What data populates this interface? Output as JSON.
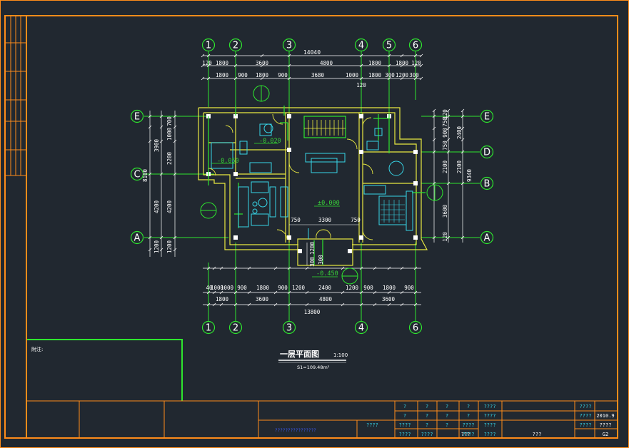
{
  "colors": {
    "background": "#212830",
    "frame": "#ff8c1a",
    "wall": "#e9e941",
    "axis": "#2ee62e",
    "dimension": "#ffffff",
    "furniture": "#37d6e8",
    "note_box": "#2ee62e"
  },
  "axis_circles": {
    "top": [
      "1",
      "2",
      "3",
      "4",
      "5",
      "6"
    ],
    "bottom": [
      "1",
      "2",
      "3",
      "4",
      "6"
    ],
    "left": [
      "E",
      "C",
      "A"
    ],
    "right": [
      "E",
      "D",
      "B",
      "A"
    ]
  },
  "dimensions": {
    "top_total": "14040",
    "top_row1": [
      "120",
      "1800",
      "3600",
      "4800",
      "1800",
      "1800",
      "120"
    ],
    "top_row2": [
      "1800",
      "900",
      "1800",
      "900",
      "3680",
      "1000",
      "1800",
      "300",
      "1200",
      "300"
    ],
    "top_under": "120",
    "bottom_row1": [
      "40",
      "1000",
      "1000",
      "900",
      "1800",
      "900",
      "1200",
      "2400",
      "1200",
      "900",
      "1800",
      "900"
    ],
    "bottom_row2": [
      "1800",
      "3600",
      "4800",
      "3600"
    ],
    "bottom_total": "13800",
    "left_outer": [
      "3900",
      "4200"
    ],
    "left_total": "8100",
    "left_inner": [
      "700",
      "1000",
      "2200",
      "4200",
      "1200"
    ],
    "left_bottom": "1200",
    "right_inner": [
      "120",
      "750",
      "900",
      "750",
      "2100",
      "3600",
      "120"
    ],
    "right_mid": [
      "2400",
      "2100"
    ],
    "right_total": "9340",
    "porch_vertical": [
      "1200",
      "300",
      "300"
    ],
    "interior": [
      "750",
      "3300",
      "750"
    ]
  },
  "levels": {
    "bath": "-0.020",
    "kitchen": "-0.050",
    "hall": "±0.000",
    "porch": "-0.450"
  },
  "title": {
    "name": "一层平面图",
    "scale": "1:100",
    "area": "S1=109.48m²"
  },
  "notes_label": "附注:",
  "title_block": {
    "project_blue": "????????????????",
    "c1": "????",
    "r1": [
      "?",
      "?",
      "?",
      "?",
      "????",
      "????"
    ],
    "r2": [
      "?",
      "?",
      "?",
      "?",
      "????",
      "????",
      "2010.9"
    ],
    "r3": [
      "????",
      "?",
      "?",
      "????",
      "????",
      "????",
      "????"
    ],
    "r4": [
      "????",
      "????",
      "???",
      "????",
      "????",
      "???",
      "G2"
    ]
  }
}
